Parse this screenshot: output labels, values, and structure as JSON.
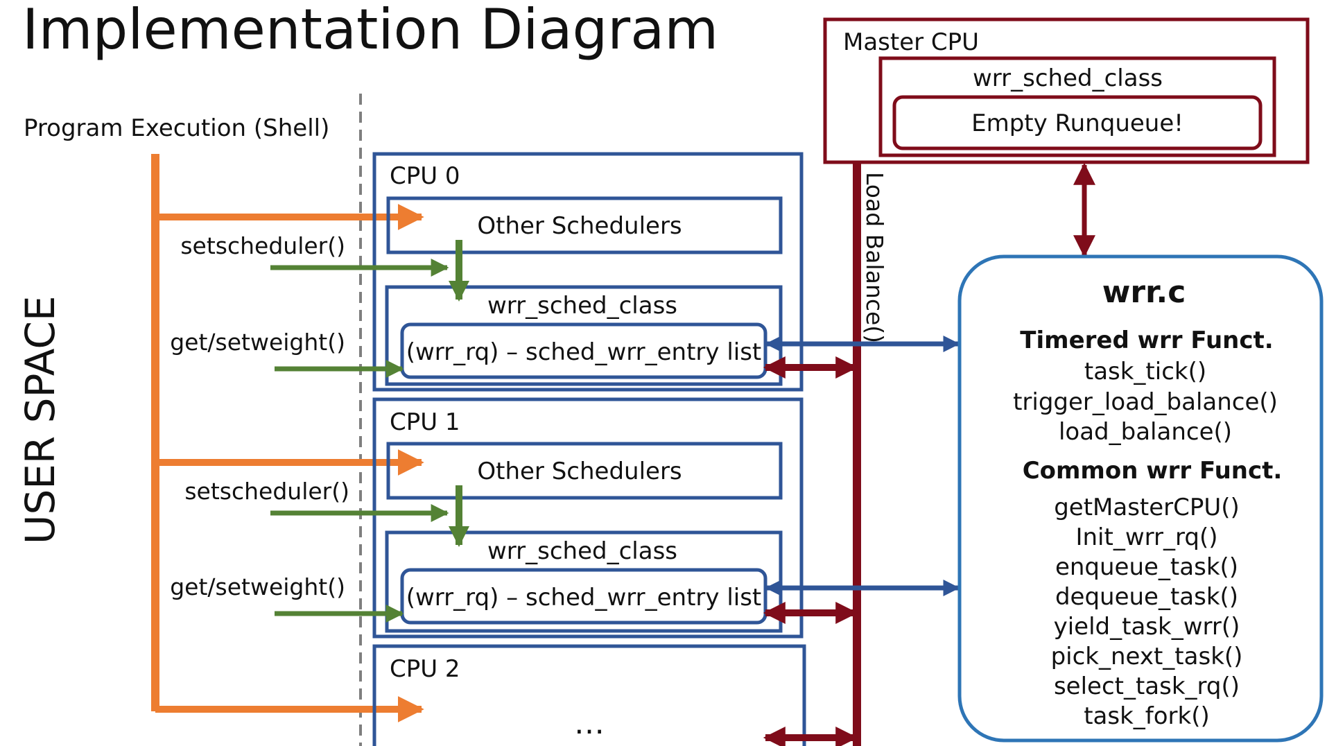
{
  "title": "Implementation Diagram",
  "side_label": "USER SPACE",
  "shell_label": "Program Execution (Shell)",
  "master": {
    "title": "Master CPU",
    "sched_class": "wrr_sched_class",
    "runqueue": "Empty Runqueue!"
  },
  "load_balance_label": "Load Balance()",
  "cpus": [
    {
      "title": "CPU 0",
      "other": "Other Schedulers",
      "sched_class": "wrr_sched_class",
      "rq": "(wrr_rq) – sched_wrr_entry list",
      "setscheduler": "setscheduler()",
      "getset": "get/setweight()"
    },
    {
      "title": "CPU 1",
      "other": "Other Schedulers",
      "sched_class": "wrr_sched_class",
      "rq": "(wrr_rq) – sched_wrr_entry list",
      "setscheduler": "setscheduler()",
      "getset": "get/setweight()"
    },
    {
      "title": "CPU 2",
      "ellipsis": "…"
    }
  ],
  "wrr": {
    "title": "wrr.c",
    "timered_heading": "Timered wrr Funct.",
    "timered": [
      "task_tick()",
      "trigger_load_balance()",
      "load_balance()"
    ],
    "common_heading": "Common wrr Funct.",
    "common": [
      "getMasterCPU()",
      "Init_wrr_rq()",
      "enqueue_task()",
      "dequeue_task()",
      "yield_task_wrr()",
      "pick_next_task()",
      "select_task_rq()",
      "task_fork()"
    ]
  },
  "colors": {
    "orange": "#ED7D31",
    "green": "#548235",
    "blue": "#2F5597",
    "dark_red": "#7F0C1A",
    "light_blue": "#2E75B6",
    "dashed": "#7F7F7F"
  }
}
